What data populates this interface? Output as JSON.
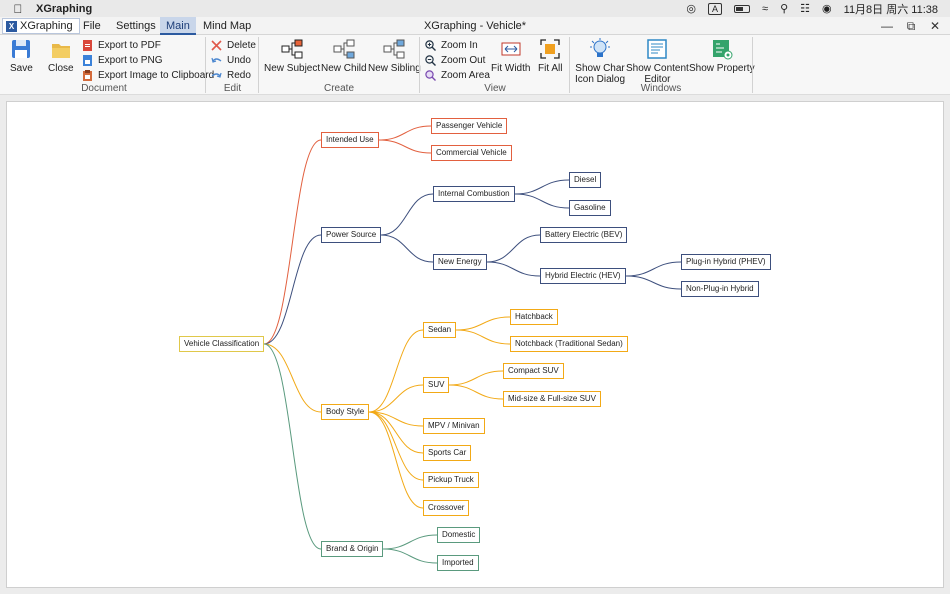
{
  "menubar": {
    "app_name": "XGraphing",
    "clock": "11月8日 周六  11:38",
    "input_badge": "A"
  },
  "titlebar": {
    "app_tab": "XGraphing",
    "logo": "X",
    "tabs": [
      "File",
      "Settings",
      "Main",
      "Mind Map"
    ],
    "window_title": "XGraphing - Vehicle*"
  },
  "ribbon": {
    "document": {
      "label": "Document",
      "save": "Save",
      "close": "Close",
      "export_pdf": "Export to PDF",
      "export_png": "Export to PNG",
      "export_clip": "Export Image to Clipboard"
    },
    "edit": {
      "label": "Edit",
      "delete": "Delete",
      "undo": "Undo",
      "redo": "Redo"
    },
    "create": {
      "label": "Create",
      "new_subject": "New Subject",
      "new_child": "New Child",
      "new_sibling": "New Sibling"
    },
    "view": {
      "label": "View",
      "zoom_in": "Zoom In",
      "zoom_out": "Zoom Out",
      "zoom_area": "Zoom Area",
      "fit_width": "Fit Width",
      "fit_all": "Fit All"
    },
    "windows": {
      "label": "Windows",
      "show_char_1": "Show Char",
      "show_char_2": "Icon Dialog",
      "show_content_1": "Show Content",
      "show_content_2": "Editor",
      "show_property": "Show Property"
    }
  },
  "colors": {
    "red": "#e2603f",
    "navy": "#3d4f7d",
    "orange": "#f2a916",
    "green": "#5a9a7e",
    "root_border": "#e0c84a"
  },
  "mindmap": {
    "root": "Vehicle Classification",
    "intended_use": "Intended Use",
    "passenger": "Passenger Vehicle",
    "commercial": "Commercial Vehicle",
    "power_source": "Power Source",
    "internal_combustion": "Internal Combustion",
    "diesel": "Diesel",
    "gasoline": "Gasoline",
    "new_energy": "New Energy",
    "bev": "Battery Electric (BEV)",
    "hev": "Hybrid Electric (HEV)",
    "phev": "Plug-in Hybrid (PHEV)",
    "non_phev": "Non-Plug-in Hybrid",
    "body_style": "Body Style",
    "sedan": "Sedan",
    "hatchback": "Hatchback",
    "notchback": "Notchback (Traditional Sedan)",
    "suv": "SUV",
    "compact_suv": "Compact SUV",
    "midsize_suv": "Mid-size & Full-size SUV",
    "mpv": "MPV / Minivan",
    "sports": "Sports Car",
    "pickup": "Pickup Truck",
    "crossover": "Crossover",
    "brand": "Brand & Origin",
    "domestic": "Domestic",
    "imported": "Imported"
  }
}
